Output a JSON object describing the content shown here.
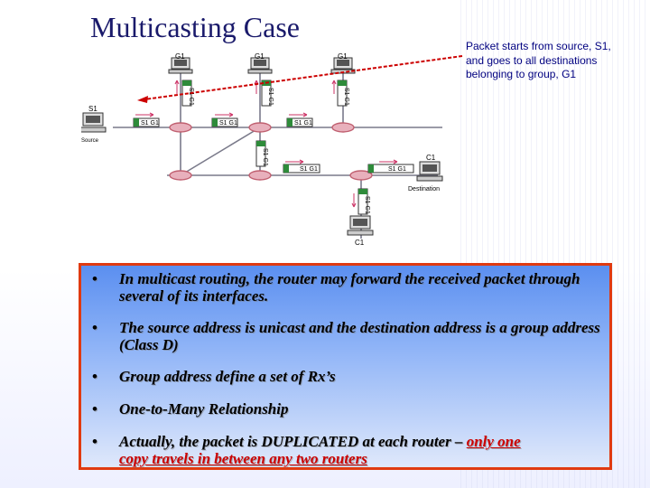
{
  "slide": {
    "title": "Multicasting Case",
    "callout": "Packet starts from source, S1, and goes to all destinations belonging to group, G1"
  },
  "diagram": {
    "group_labels": [
      "G1",
      "G1",
      "G1",
      "C1",
      "C1"
    ],
    "host_labels": {
      "source_host": "S1",
      "source_caption": "Source",
      "dest_caption": "Destination"
    },
    "packet_labels": [
      "S1 G1",
      "S1 G1",
      "S1 G1",
      "S1 G1",
      "S1 G1",
      "S1 G1",
      "S1 G1",
      "S1 G1",
      "S1 G1",
      "S1 G1"
    ],
    "colors": {
      "router": "#c06070",
      "link": "#7a7a8a",
      "packet_green": "#2e8b3a",
      "arrow": "#cc0000"
    }
  },
  "bullets": {
    "items": [
      {
        "text": "In multicast routing, the router may forward the received packet through several of its interfaces."
      },
      {
        "text": "The source address is unicast and the destination address is a group address (Class D)"
      },
      {
        "text": "Group address define a set of Rx’s"
      },
      {
        "text": "One-to-Many Relationship"
      },
      {
        "text_a": "Actually, the packet is DUPLICATED at each router – ",
        "text_b": "only one",
        "text_c": "copy travels in between any two routers"
      }
    ],
    "colors": {
      "border": "#e03a10",
      "highlight": "#cc0000"
    }
  }
}
